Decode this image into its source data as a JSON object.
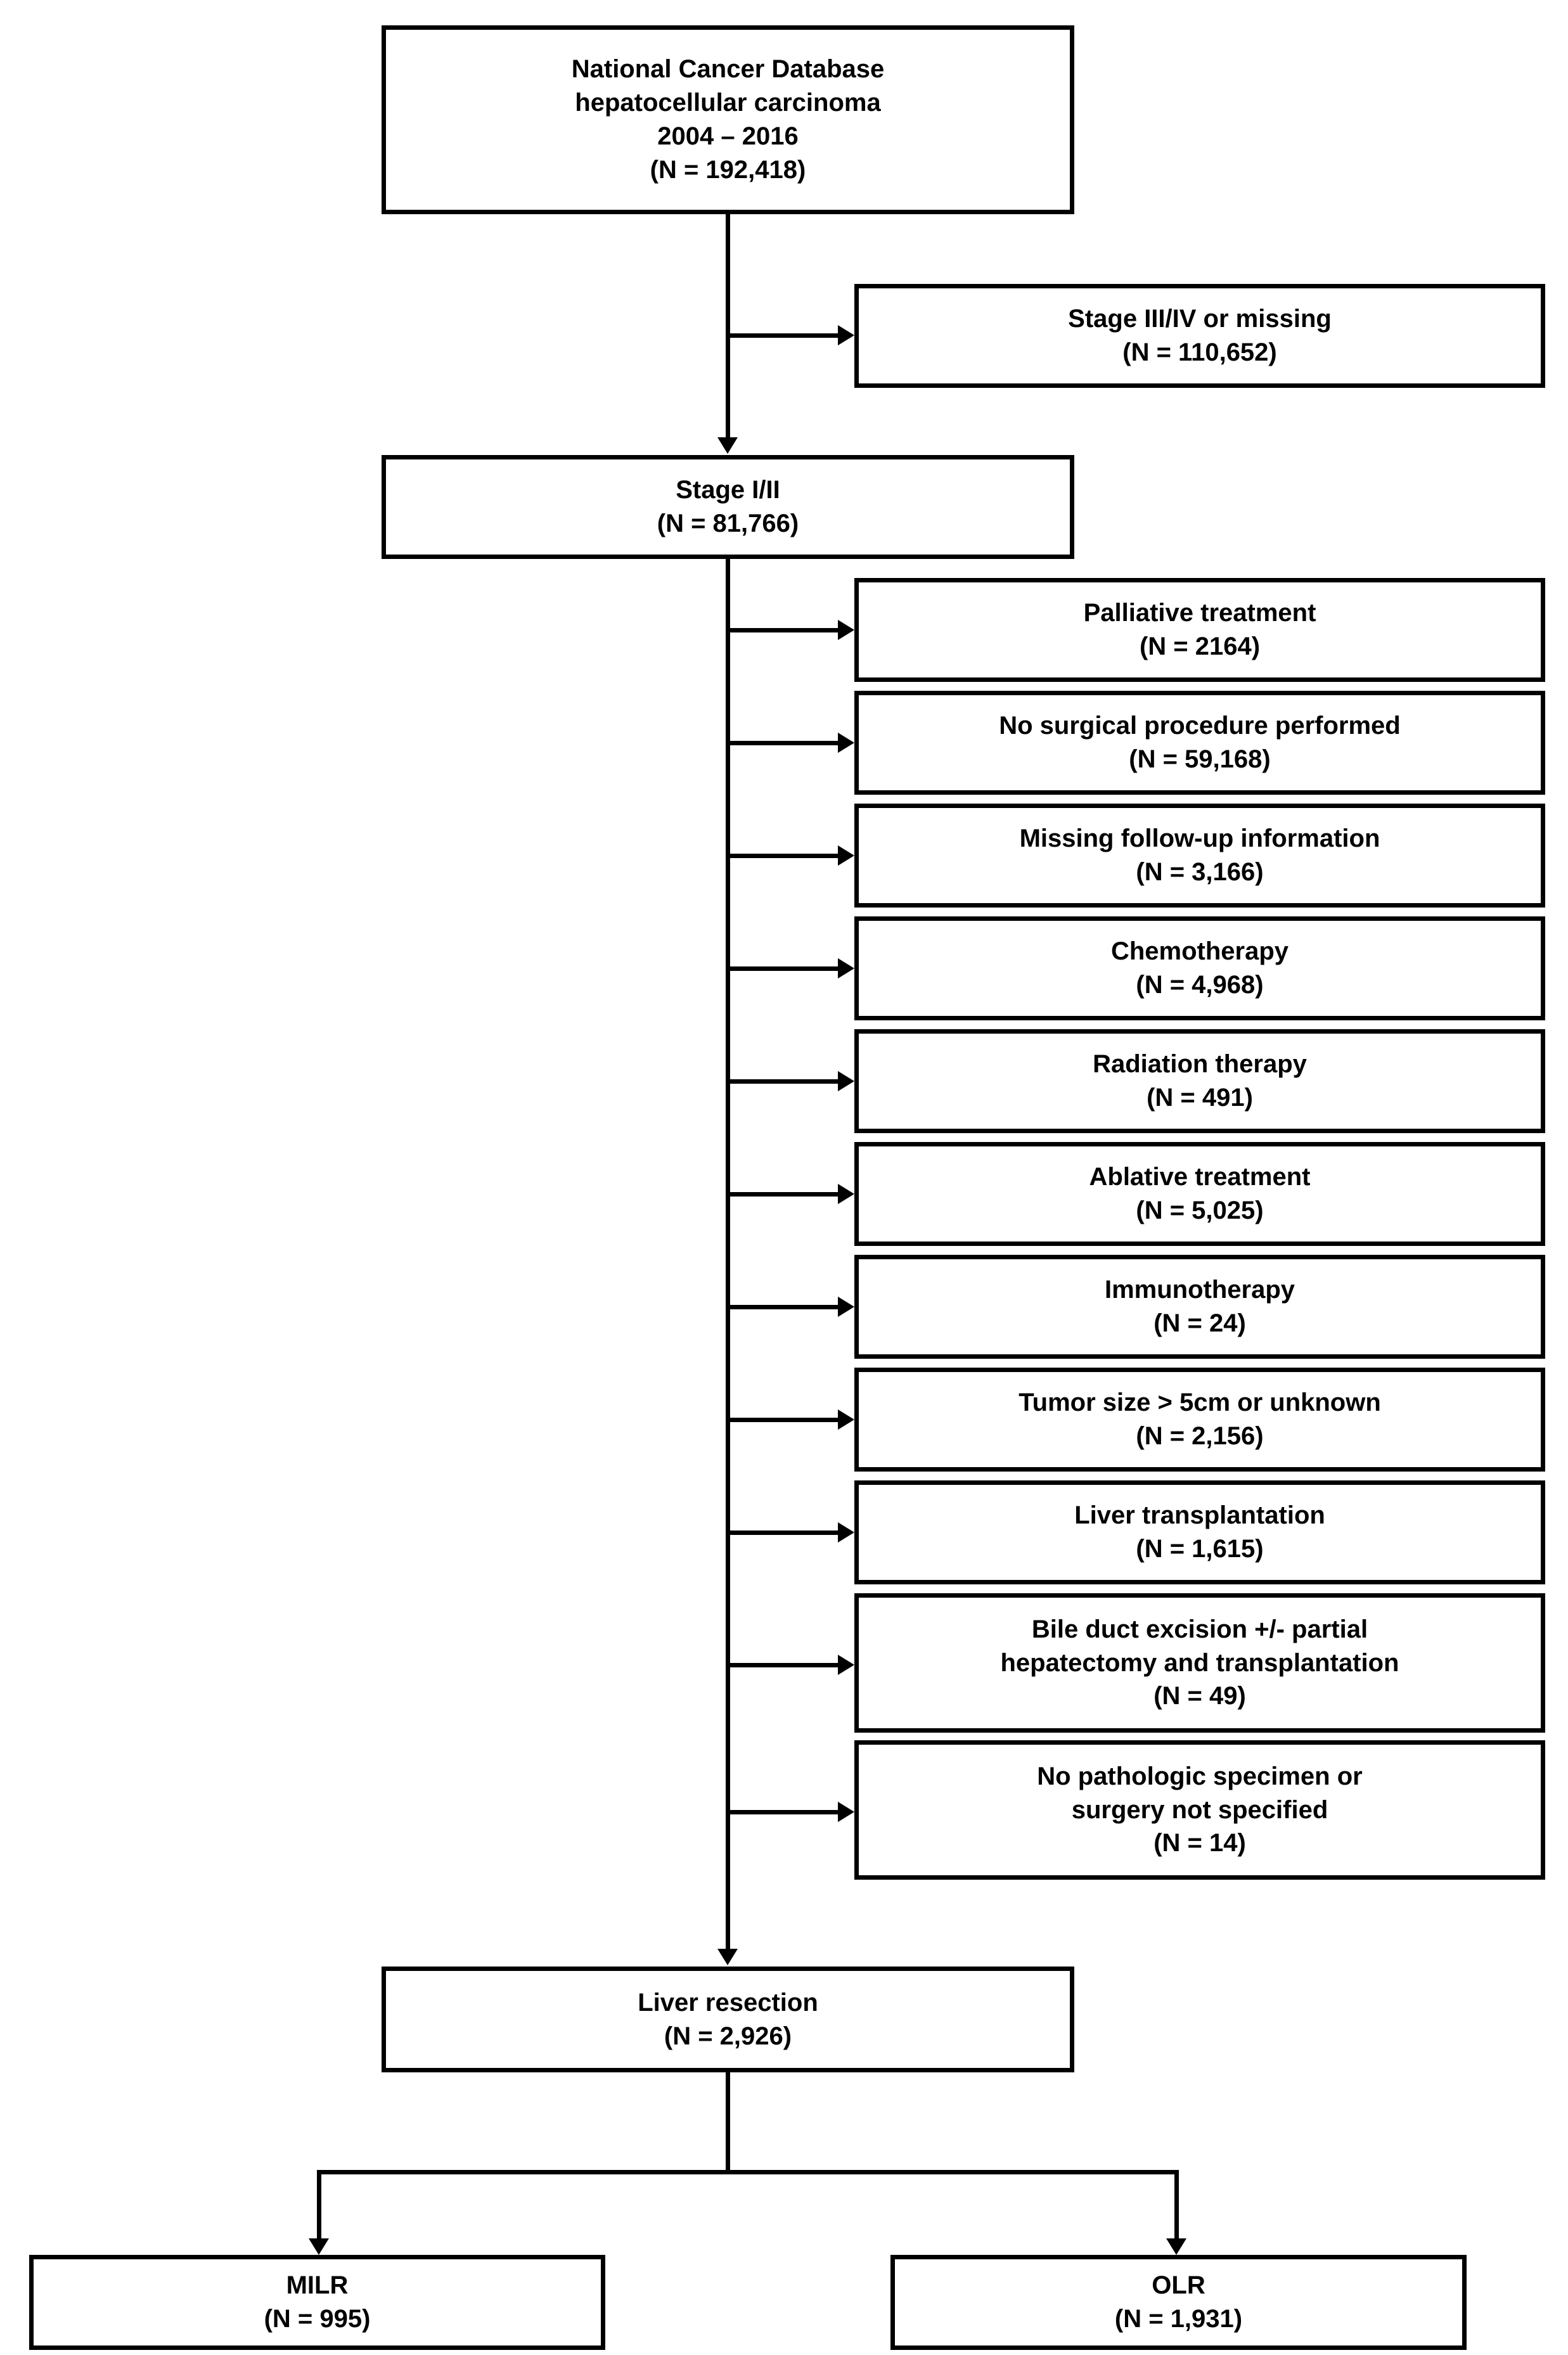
{
  "diagram": {
    "title": "National Cancer Database hepatocellular carcinoma patient selection flowchart",
    "type": "flowchart",
    "colors": {
      "line": "#000000",
      "box_fill": "#ffffff",
      "text": "#000000"
    },
    "nodes": {
      "source": {
        "id": "source-cohort",
        "lines": [
          "National Cancer Database",
          "hepatocellular carcinoma",
          "2004 – 2016",
          "(N = 192,418)"
        ],
        "count": "192,418"
      },
      "stage_excluded": {
        "id": "stage-iii-iv-or-missing",
        "lines": [
          "Stage III/IV or missing",
          "(N = 110,652)"
        ],
        "count": "110,652"
      },
      "stage_included": {
        "id": "stage-i-ii",
        "lines": [
          "Stage I/II",
          "(N = 81,766)"
        ],
        "count": "81,766"
      },
      "liver_resection": {
        "id": "liver-resection",
        "lines": [
          "Liver resection",
          "(N = 2,926)"
        ],
        "count": "2,926"
      },
      "milr": {
        "id": "milr",
        "lines": [
          "MILR",
          "(N = 995)"
        ],
        "count": "995"
      },
      "olr": {
        "id": "olr",
        "lines": [
          "OLR",
          "(N = 1,931)"
        ],
        "count": "1,931"
      }
    },
    "exclusions": [
      {
        "id": "palliative-treatment",
        "lines": [
          "Palliative treatment",
          "(N = 2164)"
        ],
        "count": "2164"
      },
      {
        "id": "no-surgical-procedure-performed",
        "lines": [
          "No surgical procedure performed",
          "(N = 59,168)"
        ],
        "count": "59,168"
      },
      {
        "id": "missing-follow-up-information",
        "lines": [
          "Missing follow-up information",
          "(N = 3,166)"
        ],
        "count": "3,166"
      },
      {
        "id": "chemotherapy",
        "lines": [
          "Chemotherapy",
          "(N = 4,968)"
        ],
        "count": "4,968"
      },
      {
        "id": "radiation-therapy",
        "lines": [
          "Radiation therapy",
          "(N = 491)"
        ],
        "count": "491"
      },
      {
        "id": "ablative-treatment",
        "lines": [
          "Ablative treatment",
          "(N = 5,025)"
        ],
        "count": "5,025"
      },
      {
        "id": "immunotherapy",
        "lines": [
          "Immunotherapy",
          "(N = 24)"
        ],
        "count": "24"
      },
      {
        "id": "tumor-size-over-5cm-or-unknown",
        "lines": [
          "Tumor size > 5cm or unknown",
          "(N = 2,156)"
        ],
        "count": "2,156"
      },
      {
        "id": "liver-transplantation",
        "lines": [
          "Liver transplantation",
          "(N = 1,615)"
        ],
        "count": "1,615"
      },
      {
        "id": "bile-duct-excision",
        "lines": [
          "Bile duct excision +/- partial",
          "hepatectomy and transplantation",
          "(N = 49)"
        ],
        "count": "49"
      },
      {
        "id": "no-pathologic-specimen",
        "lines": [
          "No pathologic specimen or",
          "surgery not specified",
          "(N = 14)"
        ],
        "count": "14"
      }
    ]
  }
}
